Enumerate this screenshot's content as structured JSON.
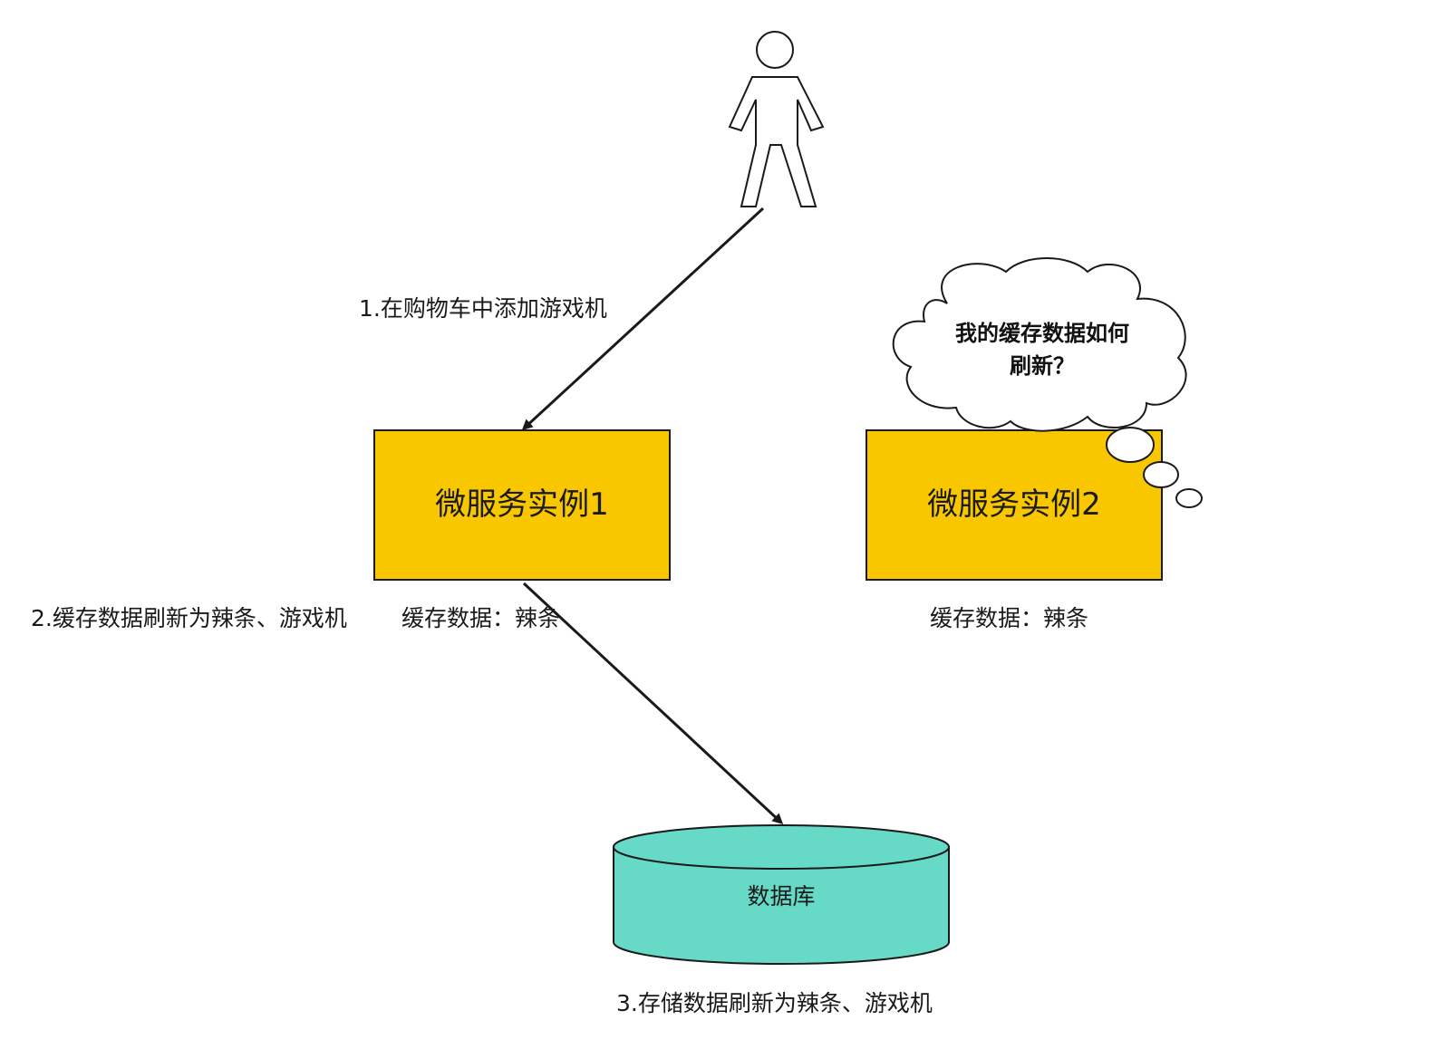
{
  "diagram": {
    "actor": {
      "icon": "stick-figure-user-icon"
    },
    "colors": {
      "service_fill": "#F8C700",
      "database_fill": "#66D9C7",
      "stroke": "#1a1a1a",
      "background": "#ffffff"
    },
    "steps": {
      "step1": "1.在购物车中添加游戏机",
      "step2": "2.缓存数据刷新为辣条、游戏机",
      "step3": "3.存储数据刷新为辣条、游戏机"
    },
    "instances": [
      {
        "title": "微服务实例1",
        "cache_label": "缓存数据：辣条"
      },
      {
        "title": "微服务实例2",
        "cache_label": "缓存数据：辣条"
      }
    ],
    "thought": {
      "line1": "我的缓存数据如何",
      "line2": "刷新？"
    },
    "database": {
      "title": "数据库"
    }
  }
}
